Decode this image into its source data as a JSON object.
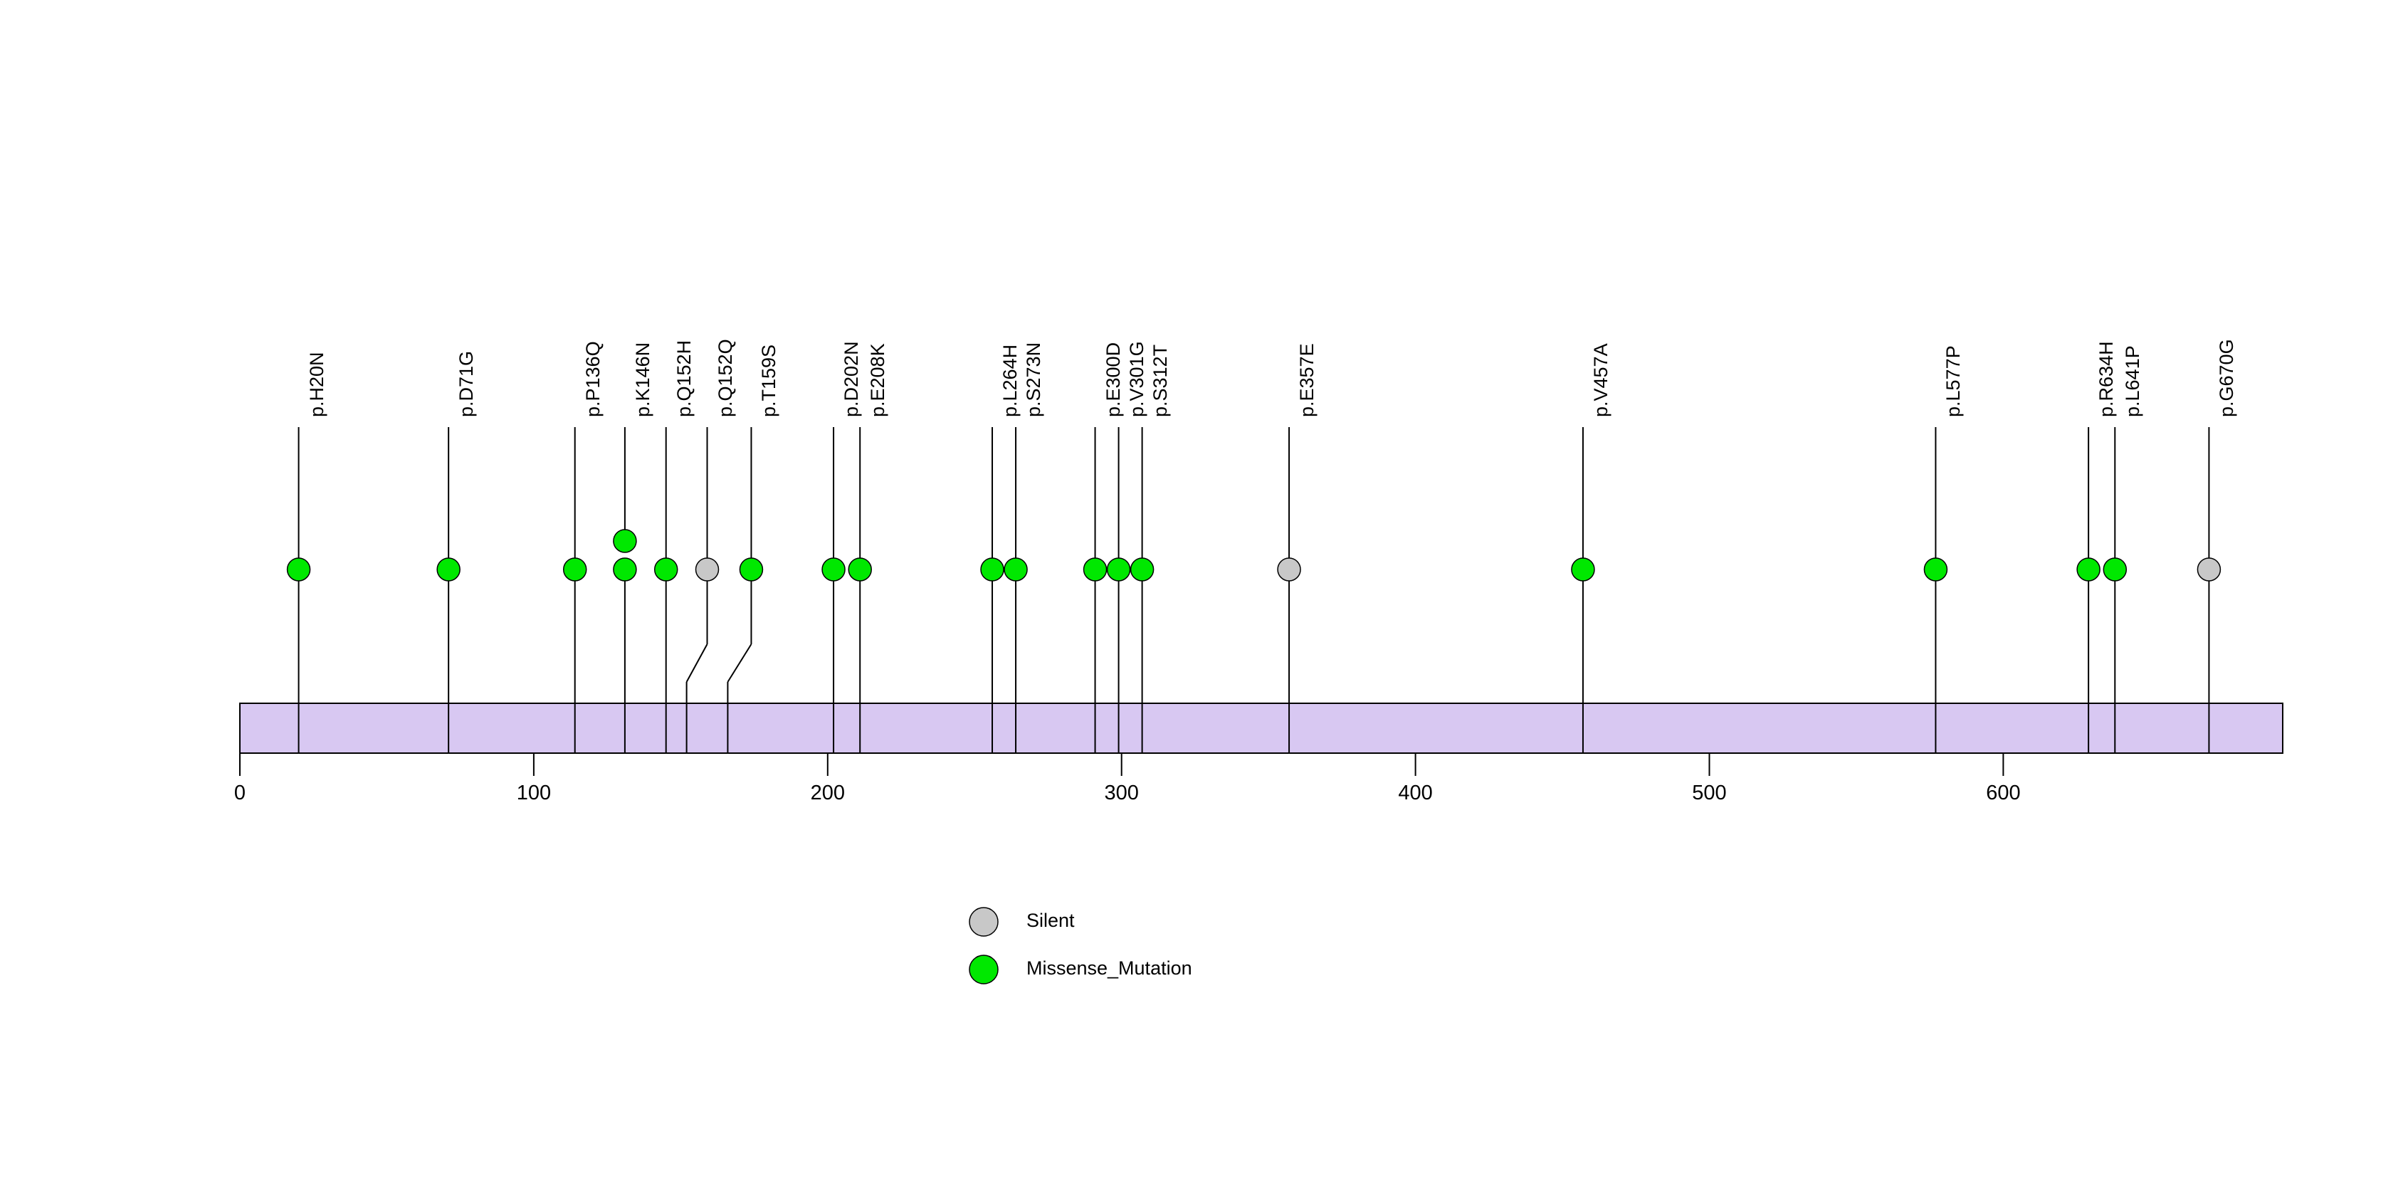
{
  "chart_data": {
    "type": "lollipop",
    "title": "",
    "xlabel": "",
    "ylabel": "",
    "xlim": [
      0,
      695
    ],
    "axis_ticks": [
      0,
      100,
      200,
      300,
      400,
      500,
      600
    ],
    "protein_length": 695,
    "protein_bar_color": "#d8c8f2",
    "protein_bar_border": "#000000",
    "grid": false,
    "legend_position": "bottom-center",
    "colors": {
      "Silent": "#c8c8c8",
      "Missense_Mutation": "#00e800"
    },
    "mutations": [
      {
        "label": "p.H20N",
        "position": 20,
        "label_position": 20,
        "type": "Missense_Mutation",
        "count": 1
      },
      {
        "label": "p.D71G",
        "position": 71,
        "label_position": 71,
        "type": "Missense_Mutation",
        "count": 1
      },
      {
        "label": "p.P136Q",
        "position": 114,
        "label_position": 114,
        "type": "Missense_Mutation",
        "count": 1
      },
      {
        "label": "p.K146N",
        "position": 131,
        "label_position": 131,
        "type": "Missense_Mutation",
        "count": 2
      },
      {
        "label": "p.Q152H",
        "position": 145,
        "label_position": 145,
        "type": "Missense_Mutation",
        "count": 1
      },
      {
        "label": "p.Q152Q",
        "position": 152,
        "label_position": 159,
        "type": "Silent",
        "count": 1
      },
      {
        "label": "p.T159S",
        "position": 166,
        "label_position": 174,
        "type": "Missense_Mutation",
        "count": 1
      },
      {
        "label": "p.D202N",
        "position": 202,
        "label_position": 202,
        "type": "Missense_Mutation",
        "count": 1
      },
      {
        "label": "p.E208K",
        "position": 211,
        "label_position": 211,
        "type": "Missense_Mutation",
        "count": 1
      },
      {
        "label": "p.L264H",
        "position": 256,
        "label_position": 256,
        "type": "Missense_Mutation",
        "count": 1
      },
      {
        "label": "p.S273N",
        "position": 264,
        "label_position": 264,
        "type": "Missense_Mutation",
        "count": 1
      },
      {
        "label": "p.E300D",
        "position": 291,
        "label_position": 291,
        "type": "Missense_Mutation",
        "count": 1
      },
      {
        "label": "p.V301G",
        "position": 299,
        "label_position": 299,
        "type": "Missense_Mutation",
        "count": 1
      },
      {
        "label": "p.S312T",
        "position": 307,
        "label_position": 307,
        "type": "Missense_Mutation",
        "count": 1
      },
      {
        "label": "p.E357E",
        "position": 357,
        "label_position": 357,
        "type": "Silent",
        "count": 1
      },
      {
        "label": "p.V457A",
        "position": 457,
        "label_position": 457,
        "type": "Missense_Mutation",
        "count": 1
      },
      {
        "label": "p.L577P",
        "position": 577,
        "label_position": 577,
        "type": "Missense_Mutation",
        "count": 1
      },
      {
        "label": "p.R634H",
        "position": 629,
        "label_position": 629,
        "type": "Missense_Mutation",
        "count": 1
      },
      {
        "label": "p.L641P",
        "position": 638,
        "label_position": 638,
        "type": "Missense_Mutation",
        "count": 1
      },
      {
        "label": "p.G670G",
        "position": 670,
        "label_position": 670,
        "type": "Silent",
        "count": 1
      }
    ],
    "legend": [
      {
        "label": "Silent",
        "color": "#c8c8c8"
      },
      {
        "label": "Missense_Mutation",
        "color": "#00e800"
      }
    ]
  }
}
